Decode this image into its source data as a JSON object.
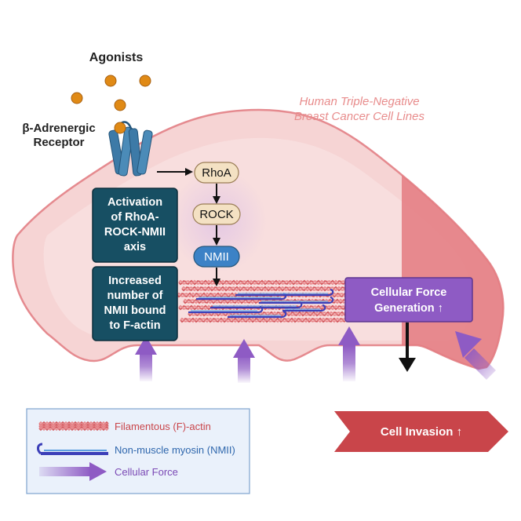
{
  "agonists_label": "Agonists",
  "receptor_label": [
    "β-Adrenergic",
    "Receptor"
  ],
  "cell_line_label": [
    "Human Triple-Negative",
    "Breast Cancer Cell Lines"
  ],
  "pathway": {
    "rhoa": "RhoA",
    "rock": "ROCK",
    "nmii": "NMII"
  },
  "activation_box": [
    "Activation",
    "of RhoA-",
    "ROCK-NMII",
    "axis"
  ],
  "increased_box": [
    "Increased",
    "number of",
    "NMII bound",
    "to F-actin"
  ],
  "force_box": [
    "Cellular Force",
    "Generation ↑"
  ],
  "invasion_label": "Cell Invasion ↑",
  "legend": {
    "factin": "Filamentous (F)-actin",
    "nmii": "Non-muscle myosin (NMII)",
    "force": "Cellular Force"
  },
  "colors": {
    "cell_fill": "#f6d4d4",
    "cell_edge": "#e58a8f",
    "leading_edge": "#e47a80",
    "box_dark_teal": "#174f63",
    "force_purple": "#8e5bc4",
    "invasion_red": "#c9454a",
    "agonist_orange": "#e08a16",
    "receptor_blue": "#3d7aa7",
    "pill_tan": "#f4e1c3",
    "nmii_blue": "#3c82c6",
    "actin_red": "#d45a5f",
    "legend_bg": "#eaf1fb"
  }
}
